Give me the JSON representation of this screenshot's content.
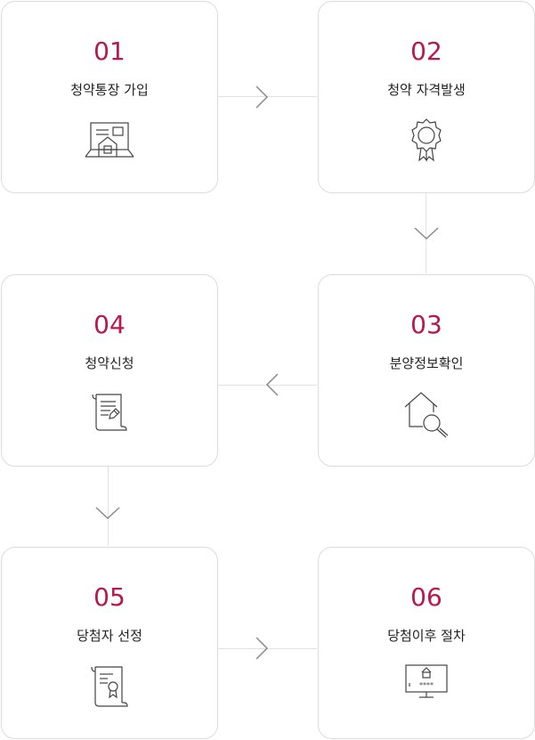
{
  "steps": [
    {
      "num": "01",
      "label": "청약통장 가입",
      "icon": "house-document-icon"
    },
    {
      "num": "02",
      "label": "청약 자격발생",
      "icon": "award-badge-icon"
    },
    {
      "num": "03",
      "label": "분양정보확인",
      "icon": "house-search-icon"
    },
    {
      "num": "04",
      "label": "청약신청",
      "icon": "scroll-pen-icon"
    },
    {
      "num": "05",
      "label": "당첨자 선정",
      "icon": "certificate-scroll-icon"
    },
    {
      "num": "06",
      "label": "당첨이후 절차",
      "icon": "monitor-password-icon"
    }
  ],
  "colors": {
    "accent": "#b8174f",
    "border": "#dcdcdc",
    "connector": "#e2e2e2",
    "arrow": "#8a8a8a"
  }
}
